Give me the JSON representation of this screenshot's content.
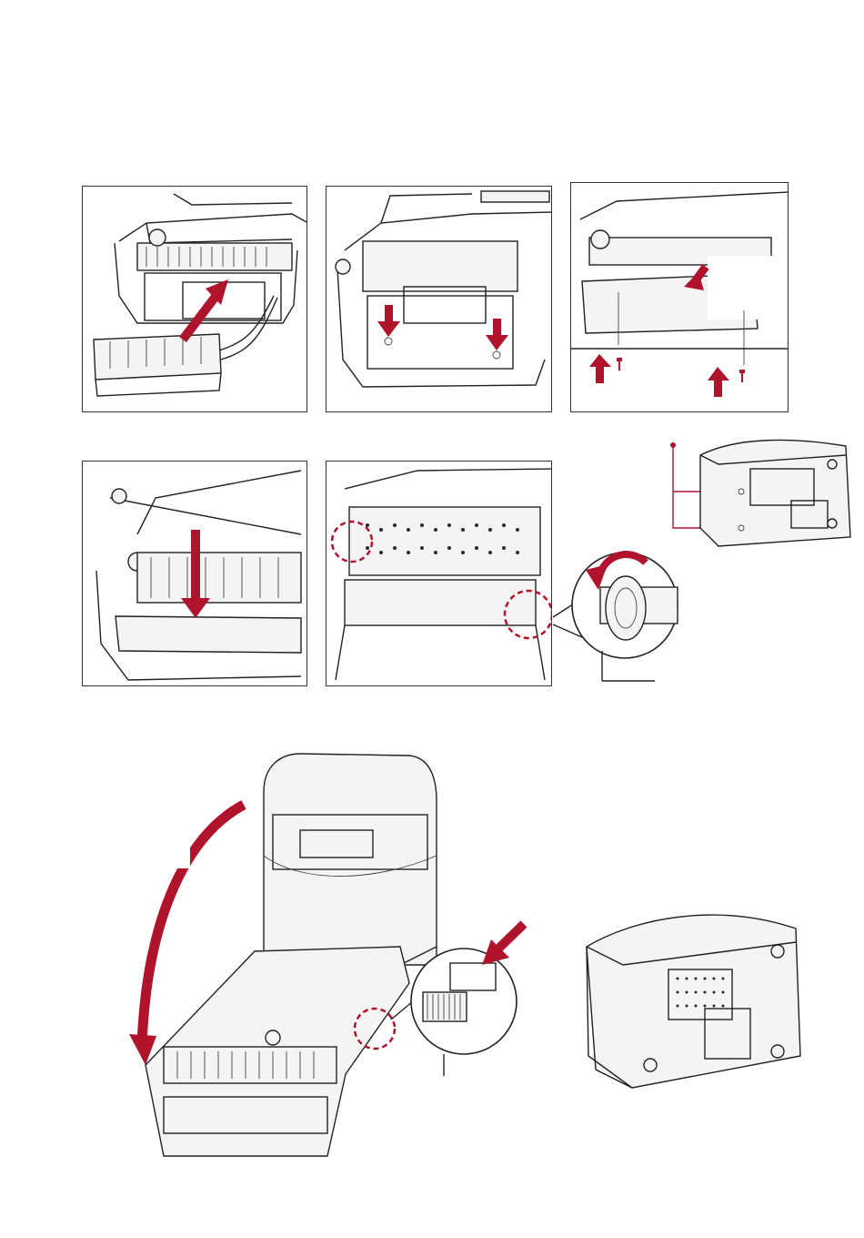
{
  "colors": {
    "accent": "#b0142c",
    "line": "#222222",
    "background": "#ffffff"
  },
  "steps": [
    {
      "id": 1,
      "description": "insert-cutter-module",
      "arrow": "diagonal-up-right"
    },
    {
      "id": 2,
      "description": "press-module-down",
      "arrow": "down-x2"
    },
    {
      "id": 3,
      "description": "fasten-screws-from-below",
      "arrow": "up-x2-with-screws"
    },
    {
      "id": 4,
      "description": "lower-platen-roller",
      "arrow": "down"
    },
    {
      "id": 5,
      "description": "secure-roller-latches",
      "arrow": "rotate-detail"
    }
  ],
  "icons": [
    "arrow-icon",
    "screw-icon",
    "dashed-circle-highlight",
    "callout-leader",
    "rotation-arrow-icon"
  ]
}
